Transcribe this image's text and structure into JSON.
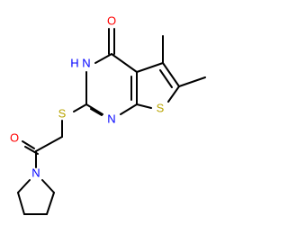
{
  "colors": {
    "background": "#ffffff",
    "bond": "#000000",
    "carbon": "#000000",
    "oxygen": "#ff0000",
    "nitrogen": "#0000ff",
    "sulfur": "#b8a400"
  },
  "atoms": {
    "o_keto": {
      "text": "O",
      "element": "oxygen"
    },
    "nh": {
      "text": "H",
      "element": "nitrogen"
    },
    "n3": {
      "text": "N",
      "element": "nitrogen"
    },
    "n1": {
      "text": "N",
      "element": "nitrogen"
    },
    "s_thioether": {
      "text": "S",
      "element": "sulfur"
    },
    "s_thiophene": {
      "text": "S",
      "element": "sulfur"
    },
    "o_amide": {
      "text": "O",
      "element": "oxygen"
    },
    "n_pyrrolidine": {
      "text": "N",
      "element": "nitrogen"
    }
  }
}
